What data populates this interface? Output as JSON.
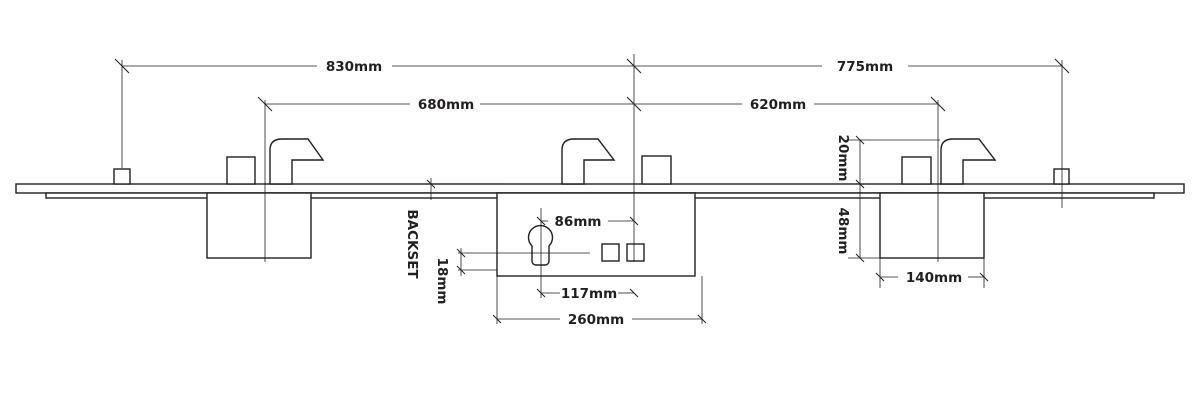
{
  "dimensions": {
    "total_left": "830mm",
    "total_right": "775mm",
    "hook_left": "680mm",
    "hook_right": "620mm",
    "spindle_to_cylinder": "86mm",
    "case_width_inner": "117mm",
    "case_width": "260mm",
    "backset_label": "BACKSET",
    "backset_value": "18mm",
    "hook_height": "20mm",
    "gearbox_height": "48mm",
    "gearbox_width": "140mm"
  },
  "colors": {
    "line": "#231f20",
    "background": "#ffffff"
  }
}
